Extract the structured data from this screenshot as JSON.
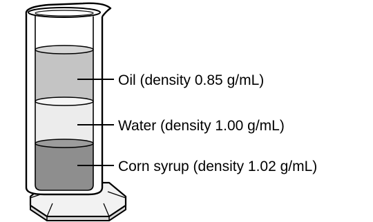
{
  "diagram": {
    "layers": [
      {
        "id": "oil",
        "label": "Oil (density 0.85 g/mL)",
        "color": "#c4c4c4"
      },
      {
        "id": "water",
        "label": "Water (density 1.00 g/mL)",
        "color": "#ececec"
      },
      {
        "id": "corn-syrup",
        "label": "Corn syrup (density 1.02 g/mL)",
        "color": "#8e8e8e"
      }
    ],
    "colors": {
      "outline": "#000000",
      "glass_highlight": "#ffffff",
      "background": "#ffffff"
    }
  }
}
